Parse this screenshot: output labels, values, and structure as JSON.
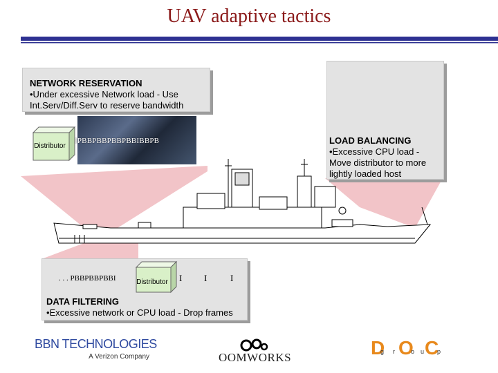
{
  "slide": {
    "title": "UAV adaptive tactics"
  },
  "network_reservation": {
    "heading": "NETWORK RESERVATION",
    "line1": "•Under excessive Network load - Use",
    "line2": "Int.Serv/Diff.Serv to reserve bandwidth",
    "box_label": "Distributor",
    "stream_text": "IPBBPBBPBBPBBIBBPB"
  },
  "load_balancing": {
    "heading": "LOAD BALANCING",
    "line1": "•Excessive CPU load -",
    "line2": "Move distributor to more",
    "line3": "lightly loaded host"
  },
  "data_filtering": {
    "stream_text": ". . . PBBPBBPBBI",
    "box_label": "Distributor",
    "after_frames": [
      "I",
      "I",
      "I"
    ],
    "heading": "DATA FILTERING",
    "line1": "•Excessive network or CPU load - Drop frames"
  },
  "logos": {
    "bbn_main": "BBN TECHNOLOGIES",
    "bbn_sub": "A Verizon Company",
    "oomworks": "OOMWORKS",
    "doc_letters": [
      "D",
      "O",
      "C"
    ],
    "doc_small": [
      "g",
      "r",
      "o",
      "u",
      "p"
    ]
  },
  "colors": {
    "title": "#8b1a1a",
    "rule_blue": "#2e3192",
    "callout_pink": "#f2c4c8",
    "distributor_box": "#d9f0c8",
    "cross_red": "#cc2222",
    "doc_orange": "#e8891c"
  }
}
